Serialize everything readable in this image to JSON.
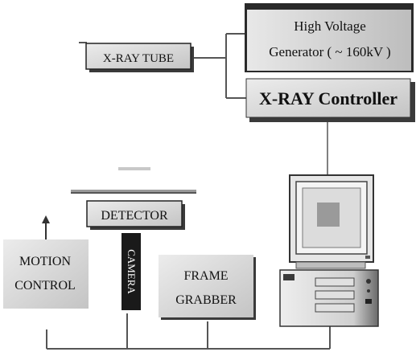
{
  "diagram": {
    "xray_tube": {
      "label": "X-RAY TUBE"
    },
    "generator": {
      "line1": "High Voltage",
      "line2": "Generator ( ~ 160kV )"
    },
    "controller": {
      "label": "X-RAY Controller"
    },
    "detector": {
      "label": "DETECTOR"
    },
    "camera": {
      "label": "CAMERA"
    },
    "motion_control": {
      "line1": "MOTION",
      "line2": "CONTROL"
    },
    "frame_grabber": {
      "line1": "FRAME",
      "line2": "GRABBER"
    }
  },
  "colors": {
    "box_fill": "#d9d9d9",
    "box_shadow": "#3a3a3a",
    "line": "#555555",
    "camera_fill": "#1a1a1a",
    "monitor_screen": "#cfcfcf",
    "monitor_center": "#9a9a9a"
  },
  "icons": [
    "computer-monitor-icon",
    "computer-tower-icon",
    "up-arrow-icon"
  ]
}
